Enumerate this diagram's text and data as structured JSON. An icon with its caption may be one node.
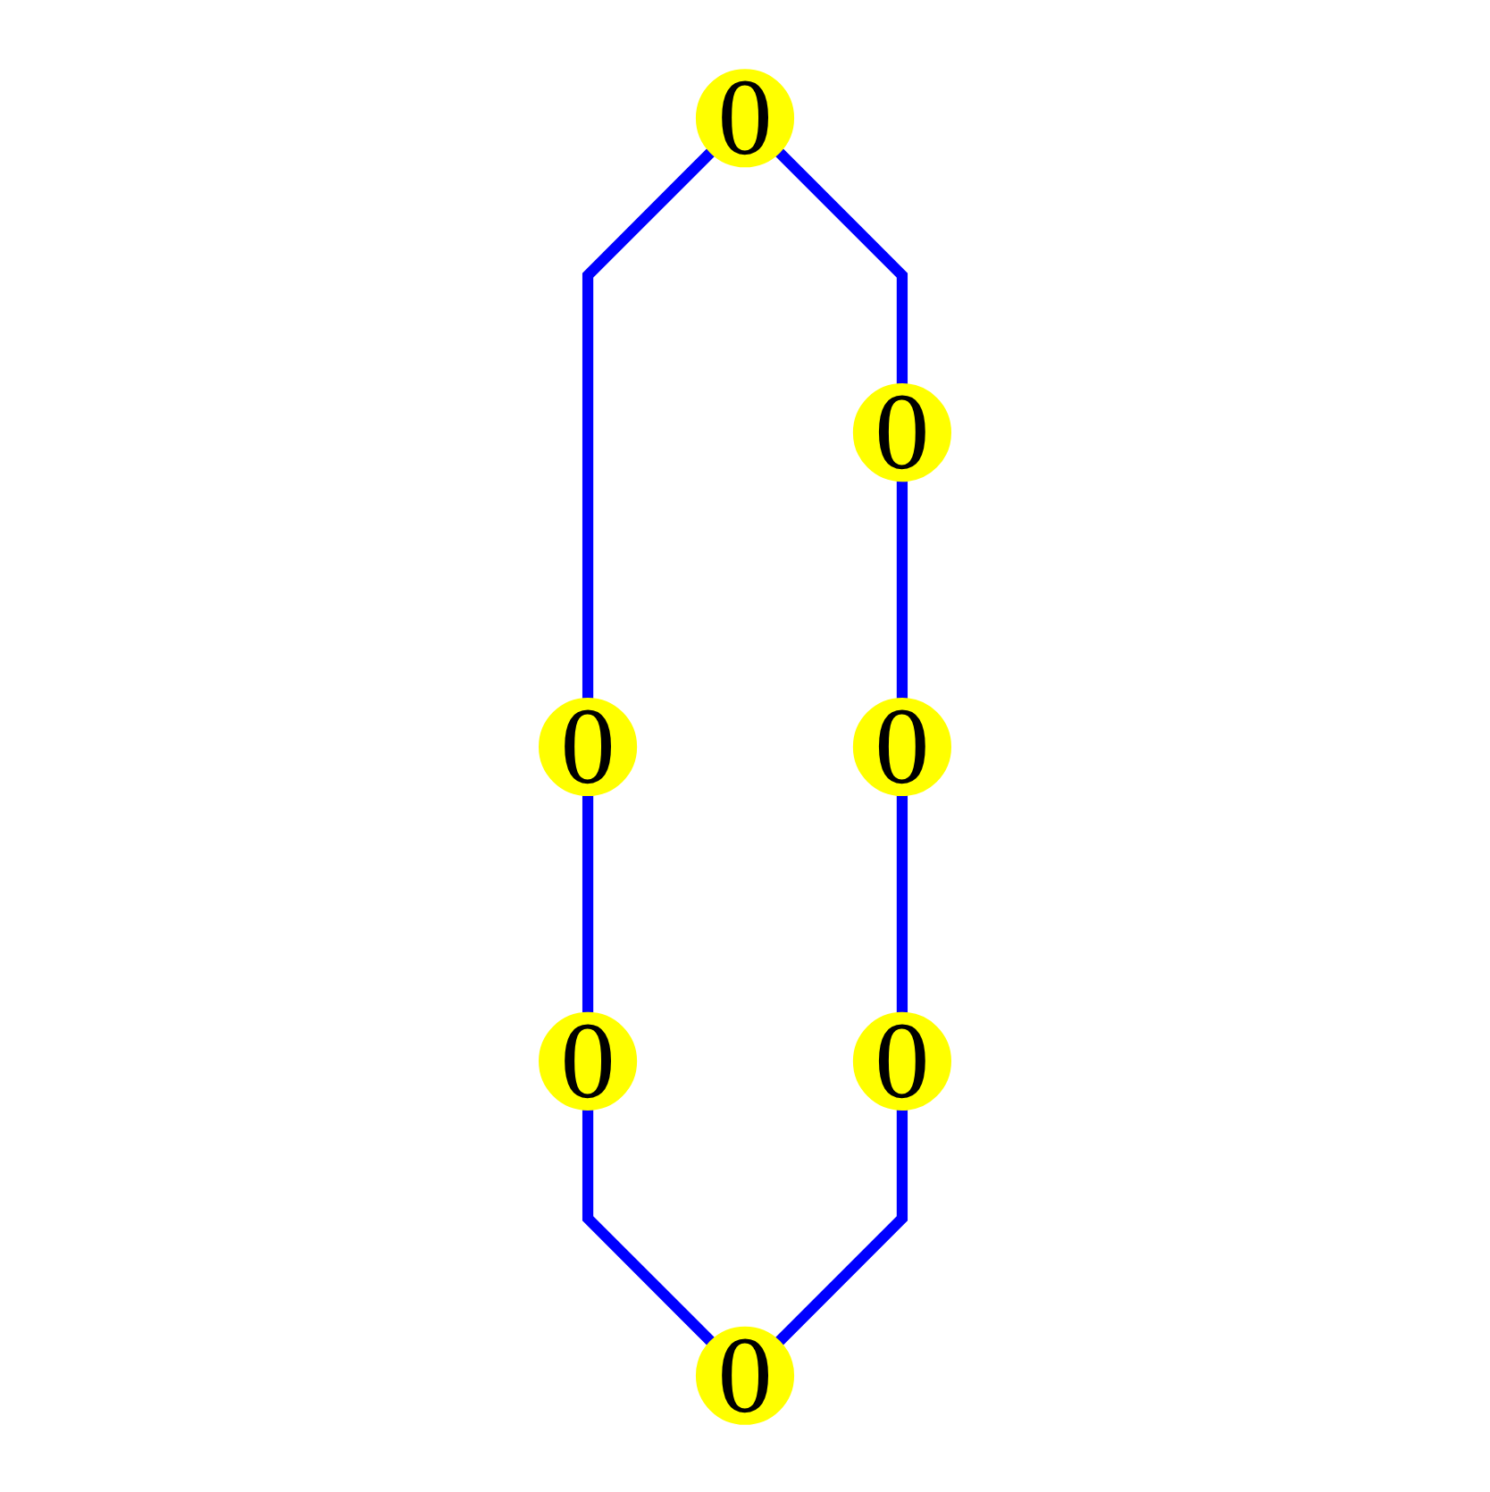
{
  "diagram": {
    "nodes": [
      {
        "text": [
          "0"
        ]
      },
      {
        "text": [
          "0"
        ]
      },
      {
        "text": [
          "0"
        ]
      },
      {
        "text": [
          "0"
        ]
      },
      {
        "text": [
          "0"
        ]
      },
      {
        "text": [
          "0"
        ]
      },
      {
        "text": [
          "0"
        ]
      }
    ],
    "edges": [
      {
        "from": 0,
        "to": 1,
        "arrow": "none"
      },
      {
        "from": 0,
        "to": 2,
        "arrow": "none"
      },
      {
        "from": 1,
        "to": 3,
        "arrow": "none"
      },
      {
        "from": 2,
        "to": 4,
        "arrow": "none"
      },
      {
        "from": 3,
        "to": 5,
        "arrow": "none"
      },
      {
        "from": 4,
        "to": 6,
        "arrow": "none"
      },
      {
        "from": 5,
        "to": 6,
        "arrow": "none"
      }
    ]
  }
}
